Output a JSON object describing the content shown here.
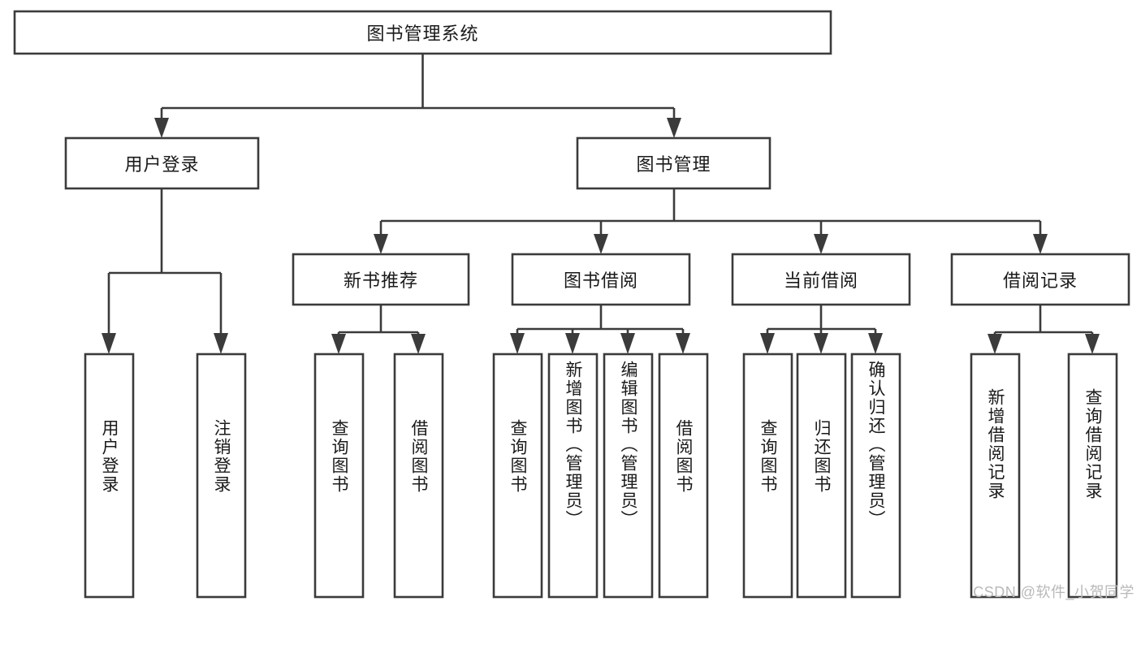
{
  "diagram": {
    "type": "tree",
    "title": "图书管理系统",
    "root": {
      "id": "root",
      "label": "图书管理系统",
      "orientation": "horizontal"
    },
    "level2": [
      {
        "id": "user-login",
        "label": "用户登录",
        "orientation": "horizontal"
      },
      {
        "id": "book-manage",
        "label": "图书管理",
        "orientation": "horizontal"
      }
    ],
    "level3": [
      {
        "id": "new-book-recommend",
        "label": "新书推荐",
        "orientation": "horizontal",
        "parent": "book-manage"
      },
      {
        "id": "book-borrow",
        "label": "图书借阅",
        "orientation": "horizontal",
        "parent": "book-manage"
      },
      {
        "id": "current-borrow",
        "label": "当前借阅",
        "orientation": "horizontal",
        "parent": "book-manage"
      },
      {
        "id": "borrow-record",
        "label": "借阅记录",
        "orientation": "horizontal",
        "parent": "book-manage"
      }
    ],
    "leaves": [
      {
        "id": "leaf-user-login",
        "label": "用户登录",
        "orientation": "vertical",
        "parent": "user-login"
      },
      {
        "id": "leaf-logout-login",
        "label": "注销登录",
        "orientation": "vertical",
        "parent": "user-login"
      },
      {
        "id": "leaf-query-book-rec",
        "label": "查询图书",
        "orientation": "vertical",
        "parent": "new-book-recommend"
      },
      {
        "id": "leaf-borrow-book-rec",
        "label": "借阅图书",
        "orientation": "vertical",
        "parent": "new-book-recommend"
      },
      {
        "id": "leaf-query-book-borrow",
        "label": "查询图书",
        "orientation": "vertical",
        "parent": "book-borrow"
      },
      {
        "id": "leaf-add-book-admin",
        "label": "新增图书（管理员）",
        "orientation": "vertical",
        "parent": "book-borrow"
      },
      {
        "id": "leaf-edit-book-admin",
        "label": "编辑图书（管理员）",
        "orientation": "vertical",
        "parent": "book-borrow"
      },
      {
        "id": "leaf-borrow-book",
        "label": "借阅图书",
        "orientation": "vertical",
        "parent": "book-borrow"
      },
      {
        "id": "leaf-query-book-current",
        "label": "查询图书",
        "orientation": "vertical",
        "parent": "current-borrow"
      },
      {
        "id": "leaf-return-book",
        "label": "归还图书",
        "orientation": "vertical",
        "parent": "current-borrow"
      },
      {
        "id": "leaf-confirm-return-admin",
        "label": "确认归还（管理员）",
        "orientation": "vertical",
        "parent": "current-borrow"
      },
      {
        "id": "leaf-add-borrow-record",
        "label": "新增借阅记录",
        "orientation": "vertical",
        "parent": "borrow-record"
      },
      {
        "id": "leaf-query-borrow-record",
        "label": "查询借阅记录",
        "orientation": "vertical",
        "parent": "borrow-record"
      }
    ],
    "colors": {
      "box_stroke": "#3b3b3b",
      "box_fill": "#ffffff",
      "text": "#1a1a1a",
      "background": "#ffffff",
      "watermark": "#b9b9b9"
    }
  },
  "watermark": {
    "text": "CSDN @软件_小贺同学"
  }
}
